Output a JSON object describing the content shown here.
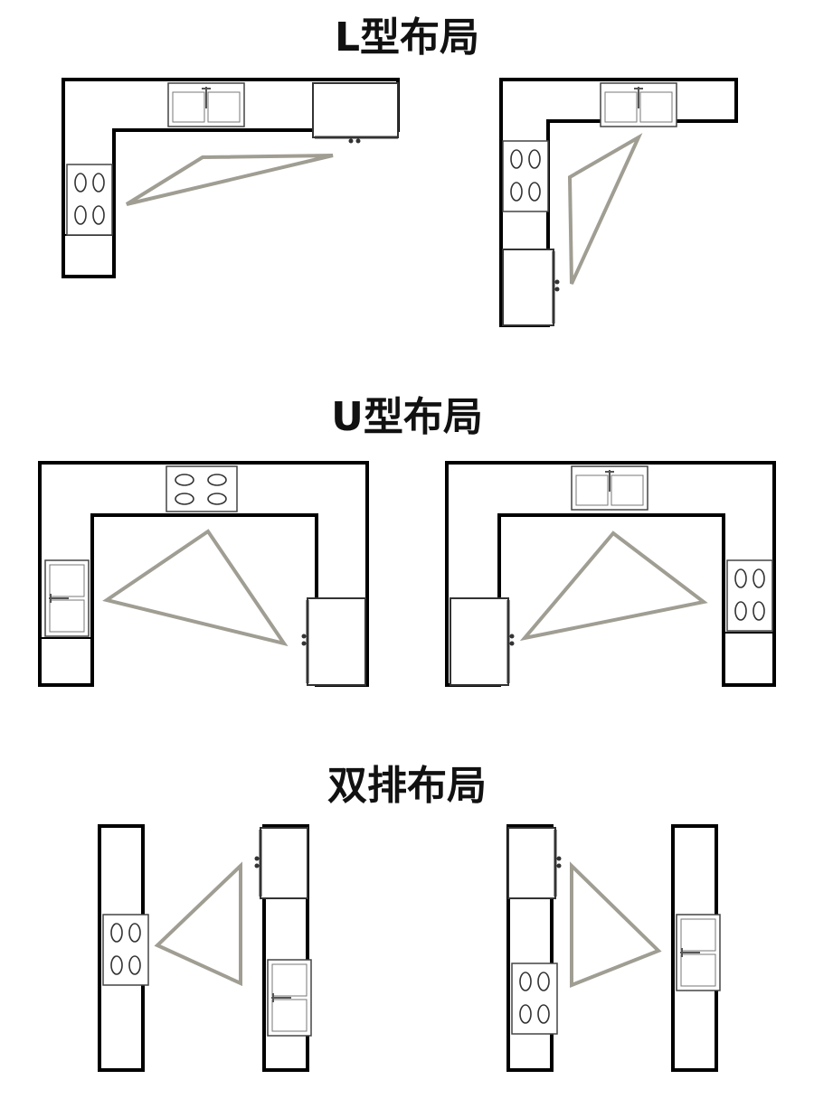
{
  "sections": [
    {
      "title": "L型布局"
    },
    {
      "title": "U型布局"
    },
    {
      "title": "双排布局"
    }
  ],
  "colors": {
    "wall": "#000000",
    "triangle": "#a09d93",
    "fixture": "#555555",
    "background": "#ffffff"
  },
  "icons": [
    "sink-icon",
    "stove-icon",
    "refrigerator-icon",
    "work-triangle"
  ]
}
